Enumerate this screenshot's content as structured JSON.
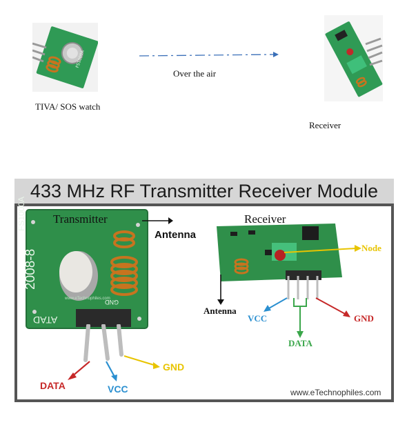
{
  "top": {
    "transmitter_caption": "TIVA/ SOS watch",
    "link_caption": "Over the air",
    "receiver_caption": "Receiver"
  },
  "banner": {
    "title": "433 MHz RF Transmitter Receiver Module"
  },
  "transmitter": {
    "title": "Transmitter",
    "antenna_label": "Antenna",
    "pin_data": "DATA",
    "pin_vcc": "VCC",
    "pin_gnd": "GND",
    "board_text_1": "FS1000A",
    "board_text_2": "2008-8",
    "board_text_3": "ATAD",
    "board_text_4": "GND",
    "board_text_5": "www.eTechnophiles.com"
  },
  "receiver": {
    "title": "Receiver",
    "antenna_label": "Antenna",
    "pin_vcc": "VCC",
    "pin_data": "DATA",
    "pin_gnd": "GND",
    "node_label": "Node"
  },
  "watermark": "www.eTechnophiles.com",
  "colors": {
    "pcb_green": "#2f8f4a",
    "data_red": "#c62828",
    "vcc_blue": "#2a8fd0",
    "gnd_yellow": "#e8c400",
    "data_green": "#3aa64a",
    "gnd_red": "#c62828",
    "node_yellow": "#e8c400",
    "link_blue": "#3a6fb8"
  }
}
